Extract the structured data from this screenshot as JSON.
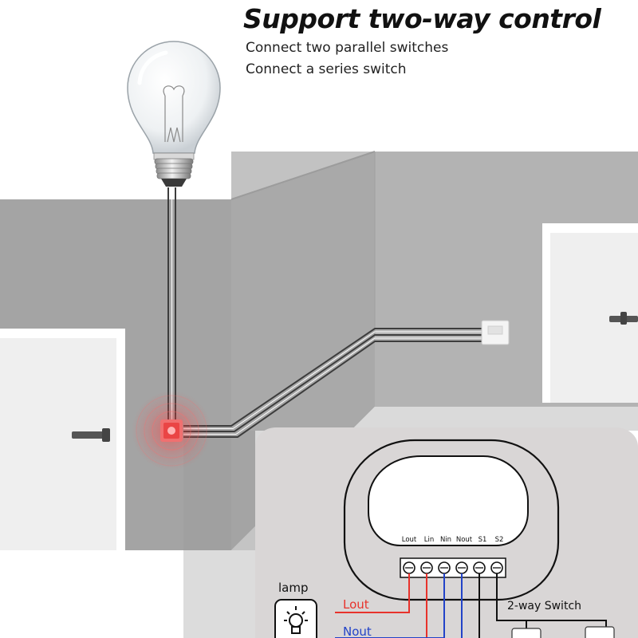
{
  "header": {
    "title": "Support two-way control",
    "features": [
      "Connect two parallel switches",
      "Connect a series switch"
    ]
  },
  "diagram": {
    "terminals": [
      "Lout",
      "Lin",
      "Nin",
      "Nout",
      "S1",
      "S2"
    ],
    "lamp_label": "lamp",
    "switch_label": "2-way Switch",
    "wires": [
      {
        "label": "Lout",
        "color": "#e8322b"
      },
      {
        "label": "Nout",
        "color": "#2243c8"
      }
    ]
  },
  "colors": {
    "wall_left": "#a3a3a3",
    "wall_right": "#b1b1b1",
    "device_highlight": "#e83a3a",
    "panel_bg": "#d9d5d5"
  }
}
